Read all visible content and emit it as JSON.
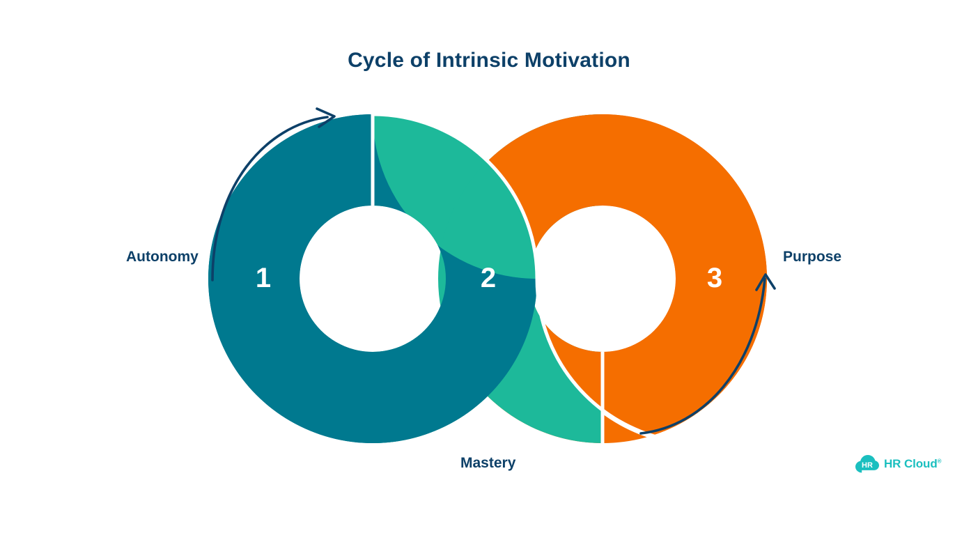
{
  "page": {
    "title": "Cycle of Intrinsic Motivation",
    "background": "#FFFFFF"
  },
  "colors": {
    "navy": "#0D4068",
    "teal_dark": "#00798F",
    "teal_green": "#1DB99A",
    "orange": "#F56E00",
    "white": "#FFFFFF",
    "brand_cyan": "#1BBFBF"
  },
  "chart_data": {
    "type": "diagram",
    "subtype": "infinity-loop-cycle",
    "title": "Cycle of Intrinsic Motivation",
    "steps": [
      {
        "number": "1",
        "label": "Autonomy",
        "color": "#00798F",
        "label_position": "left",
        "ring": "left",
        "arc_start_deg": -90,
        "arc_end_deg": 130
      },
      {
        "number": "2",
        "label": "Mastery",
        "color": "#1DB99A",
        "label_position": "bottom-center",
        "ring": "crossover",
        "arc_start_deg": -90,
        "arc_end_deg": 90
      },
      {
        "number": "3",
        "label": "Purpose",
        "color": "#F56E00",
        "label_position": "right",
        "ring": "right",
        "arc_start_deg": -130,
        "arc_end_deg": 90
      }
    ],
    "arrows": [
      {
        "name": "autonomy-flow-arrow",
        "direction": "clockwise",
        "side": "left",
        "color": "#0D4068"
      },
      {
        "name": "purpose-flow-arrow",
        "direction": "clockwise",
        "side": "right",
        "color": "#0D4068"
      }
    ],
    "geometry": {
      "left_center": [
        535,
        400
      ],
      "right_center": [
        865,
        400
      ],
      "outer_radius": 232,
      "inner_radius": 105
    }
  },
  "labels": {
    "autonomy": "Autonomy",
    "mastery": "Mastery",
    "purpose": "Purpose"
  },
  "numbers": {
    "one": "1",
    "two": "2",
    "three": "3"
  },
  "brand": {
    "mark_text": "HR",
    "wordmark": "HR Cloud",
    "trademark": "®"
  }
}
